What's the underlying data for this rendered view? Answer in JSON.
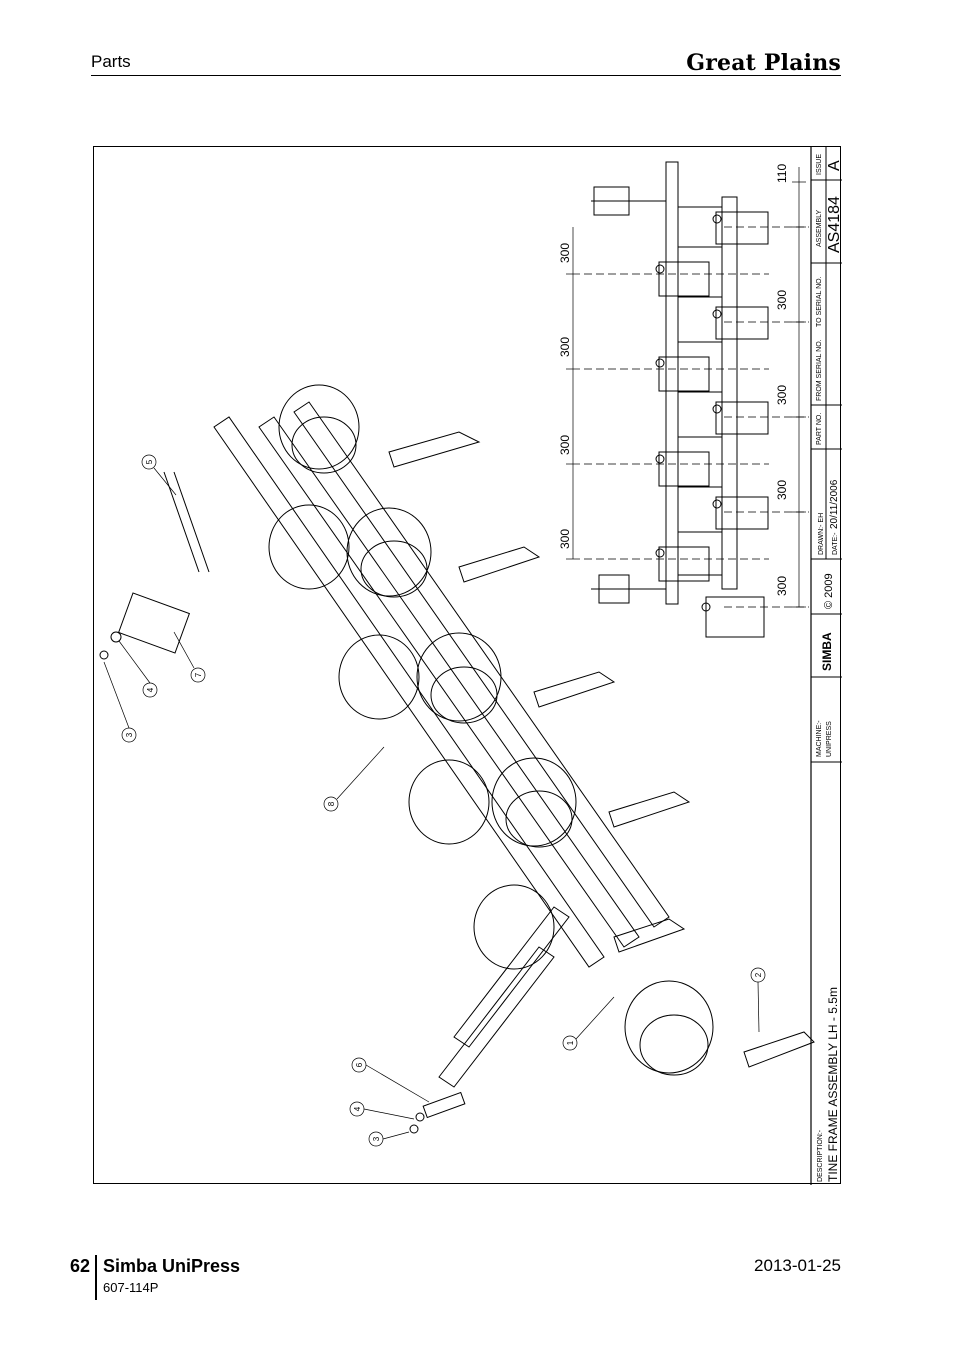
{
  "header": {
    "section": "Parts",
    "brand": "Great Plains"
  },
  "drawing": {
    "title_block": {
      "description_label": "DESCRIPTION:-",
      "description": "TINE FRAME ASSEMBLY LH - 5.5m",
      "machine_label": "MACHINE:-",
      "machine": "UNIPRESS",
      "logo": "SIMBA",
      "copyright": "© 2009",
      "drawn": "DRAWN:- EH",
      "date_label": "DATE:-",
      "date": "20/11/2006",
      "part_no_label": "PART NO.",
      "from_serial_label": "FROM SERIAL NO.",
      "to_serial_label": "TO SERIAL NO.",
      "assembly_label": "ASSEMBLY",
      "assembly": "AS4184",
      "issue_label": "ISSUE",
      "issue": "A"
    },
    "dimensions": {
      "left": [
        "300",
        "300",
        "300",
        "300"
      ],
      "right": [
        "110",
        "300",
        "300",
        "300",
        "300"
      ]
    },
    "callouts": [
      "1",
      "2",
      "3",
      "3",
      "4",
      "4",
      "5",
      "6",
      "7",
      "8"
    ]
  },
  "footer": {
    "page": "62",
    "title": "Simba UniPress",
    "doc": "607-114P",
    "date": "2013-01-25"
  }
}
